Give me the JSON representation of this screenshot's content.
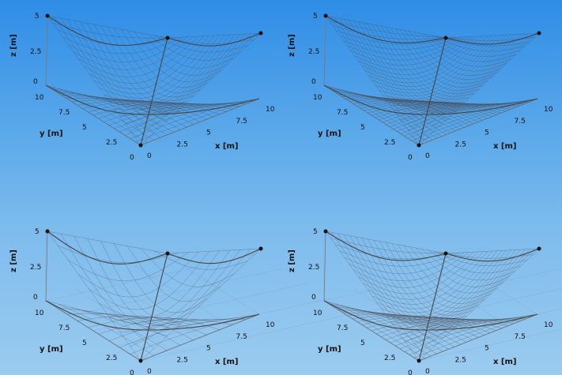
{
  "panels": [
    {
      "id": "top-left",
      "density": 0.7
    },
    {
      "id": "top-right",
      "density": 1.0
    },
    {
      "id": "bottom-left",
      "density": 0.35
    },
    {
      "id": "bottom-right",
      "density": 0.75
    }
  ],
  "axes": {
    "x_label": "x [m]",
    "y_label": "y [m]",
    "z_label": "z [m]",
    "x_ticks": [
      "0",
      "2.5",
      "5",
      "7.5",
      "10"
    ],
    "y_ticks": [
      "0",
      "2.5",
      "5",
      "7.5",
      "10"
    ],
    "z_ticks": [
      "0",
      "2.5",
      "5"
    ]
  },
  "colors": {
    "background_top": "#2f8de6",
    "background_bottom": "#9bcbef",
    "mesh": "#464650",
    "text": "#111111"
  }
}
